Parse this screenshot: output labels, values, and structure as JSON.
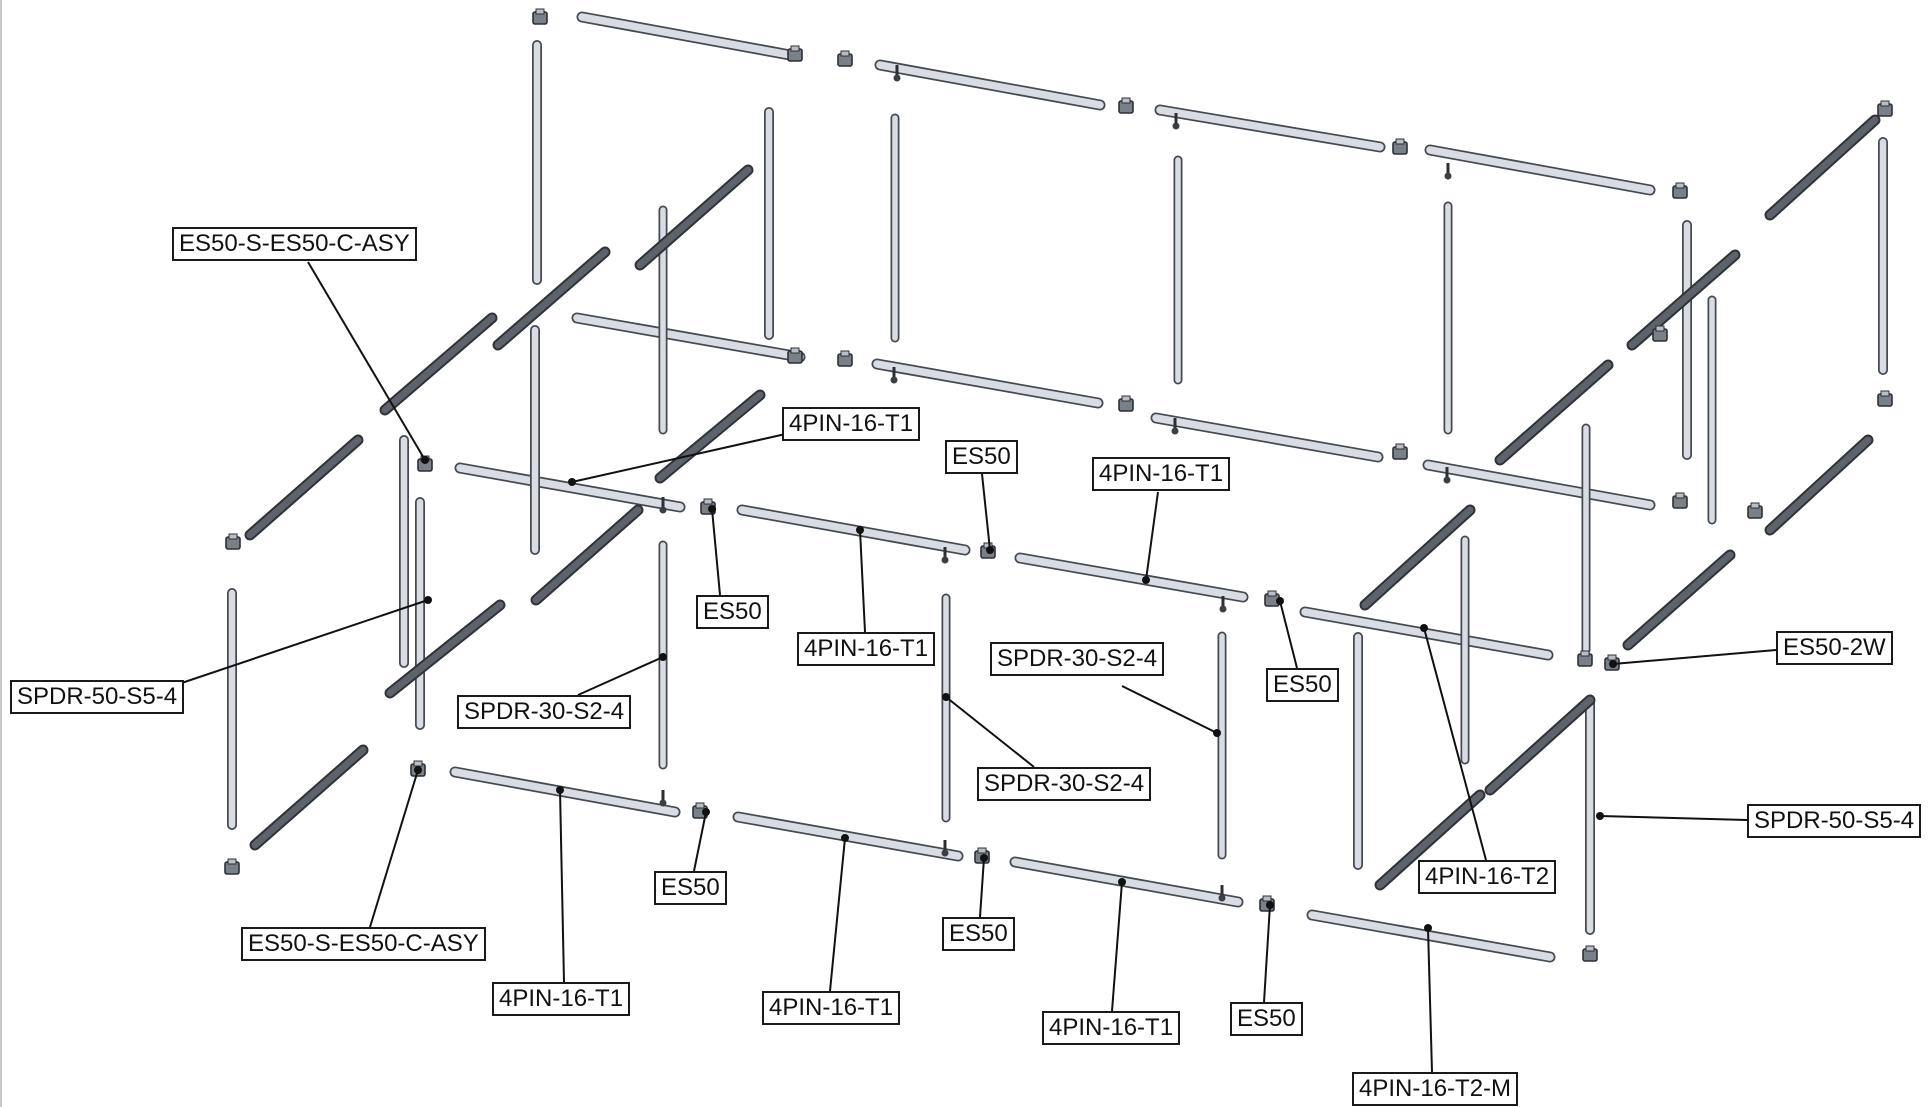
{
  "colors": {
    "background": "#ffffff",
    "tube_fill": "#d9dde3",
    "tube_edge": "#444a52",
    "dark_tube_fill": "#5e636b",
    "leader": "#111111"
  },
  "callouts": [
    {
      "id": "c1",
      "text": "ES50-S-ES50-C-ASY"
    },
    {
      "id": "c2",
      "text": "4PIN-16-T1"
    },
    {
      "id": "c3",
      "text": "ES50"
    },
    {
      "id": "c4",
      "text": "4PIN-16-T1"
    },
    {
      "id": "c5",
      "text": "ES50"
    },
    {
      "id": "c6",
      "text": "4PIN-16-T1"
    },
    {
      "id": "c7",
      "text": "SPDR-30-S2-4"
    },
    {
      "id": "c8",
      "text": "ES50"
    },
    {
      "id": "c9",
      "text": "SPDR-50-S5-4"
    },
    {
      "id": "c10",
      "text": "SPDR-30-S2-4"
    },
    {
      "id": "c11",
      "text": "SPDR-30-S2-4"
    },
    {
      "id": "c12",
      "text": "ES50-2W"
    },
    {
      "id": "c13",
      "text": "SPDR-50-S5-4"
    },
    {
      "id": "c14",
      "text": "4PIN-16-T2"
    },
    {
      "id": "c15",
      "text": "ES50"
    },
    {
      "id": "c16",
      "text": "ES50"
    },
    {
      "id": "c17",
      "text": "ES50-S-ES50-C-ASY"
    },
    {
      "id": "c18",
      "text": "4PIN-16-T1"
    },
    {
      "id": "c19",
      "text": "4PIN-16-T1"
    },
    {
      "id": "c20",
      "text": "4PIN-16-T1"
    },
    {
      "id": "c21",
      "text": "ES50"
    },
    {
      "id": "c22",
      "text": "4PIN-16-T2-M"
    }
  ]
}
